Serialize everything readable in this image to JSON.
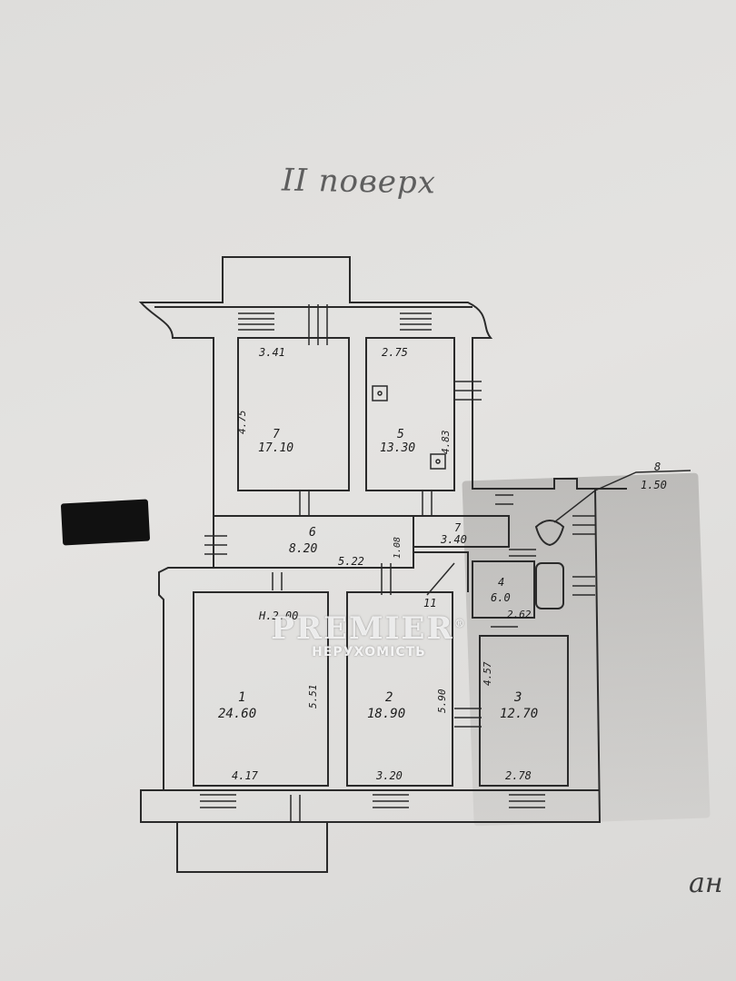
{
  "title": "II поверх",
  "corner_text": "ан",
  "watermark": {
    "brand": "PREMIER",
    "registered": "®",
    "subtitle": "НЕРУХОМІСТЬ"
  },
  "rooms": [
    {
      "id": "r1",
      "number": "1",
      "area": "24.60"
    },
    {
      "id": "r2",
      "number": "2",
      "area": "18.90"
    },
    {
      "id": "r3",
      "number": "3",
      "area": "12.70"
    },
    {
      "id": "r4",
      "number": "4",
      "area": "6.0"
    },
    {
      "id": "r5",
      "number": "5",
      "area": "13.30"
    },
    {
      "id": "r6",
      "number": "6",
      "area": "8.20"
    },
    {
      "id": "r7",
      "number": "7",
      "area": "17.10"
    },
    {
      "id": "r7b",
      "number": "7",
      "area": "3.40"
    },
    {
      "id": "r8",
      "number": "8",
      "area": "1.50"
    },
    {
      "id": "r11",
      "number": "11",
      "area": ""
    }
  ],
  "dimensions": {
    "d341": "3.41",
    "d475": "4.75",
    "d275": "2.75",
    "d483": "4.83",
    "d522": "5.22",
    "d108": "1.08",
    "d200": "H.2.00",
    "d551": "5.51",
    "d590": "5.90",
    "d457": "4.57",
    "d262": "2.62",
    "d417": "4.17",
    "d320": "3.20",
    "d278": "2.78"
  }
}
